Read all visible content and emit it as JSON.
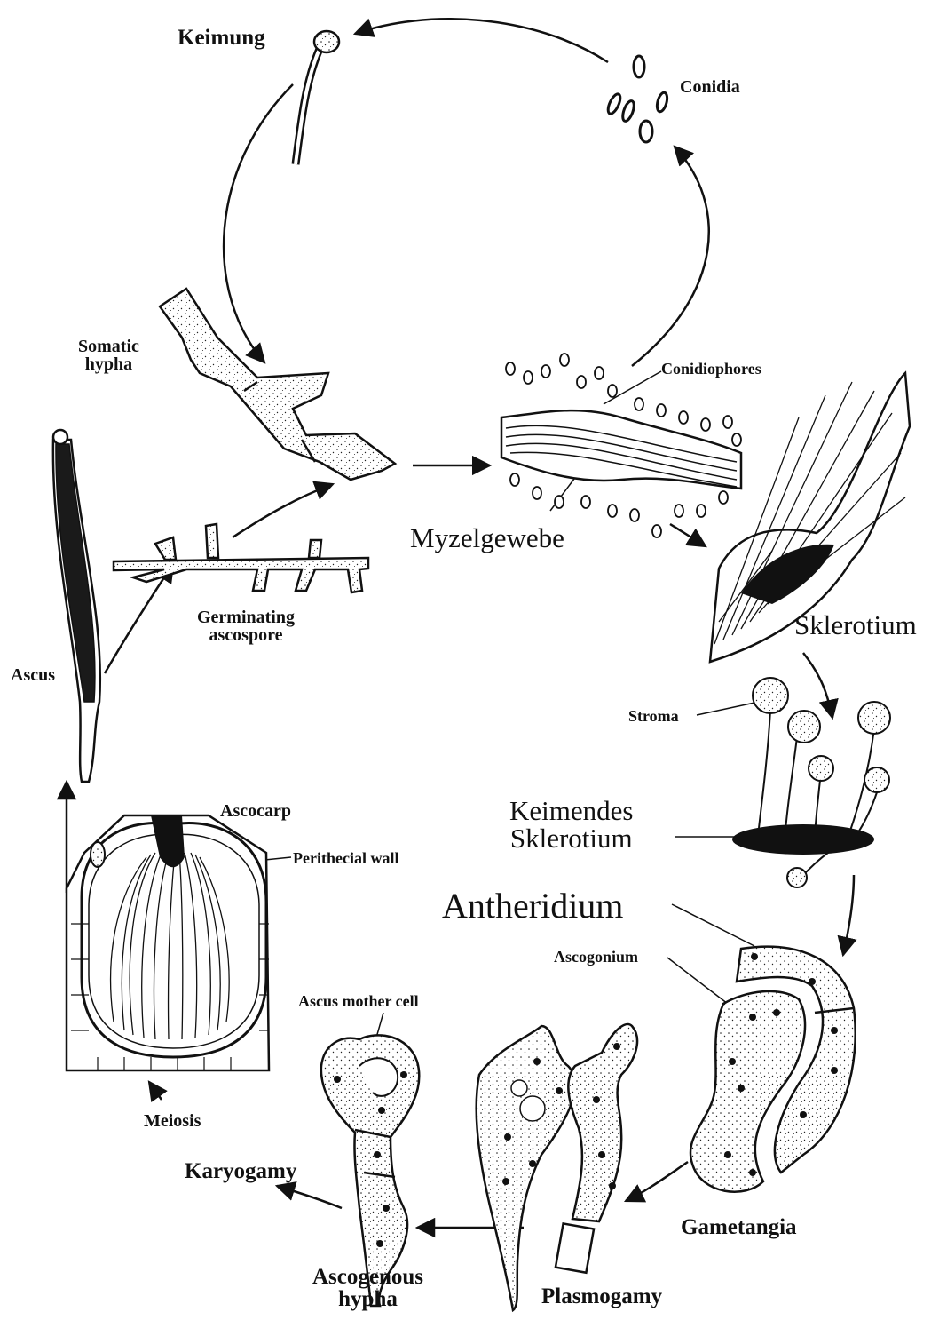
{
  "labels": {
    "keimung": "Keimung",
    "conidia": "Conidia",
    "somatic_hypha": "Somatic\nhypha",
    "conidiophores": "Conidiophores",
    "myzelgewebe": "Myzelgewebe",
    "germinating_ascospore": "Germinating\nascospore",
    "ascus": "Ascus",
    "sklerotium": "Sklerotium",
    "stroma": "Stroma",
    "keimendes_sklerotium": "Keimendes\nSklerotium",
    "ascocarp": "Ascocarp",
    "perithecial_wall": "Perithecial wall",
    "antheridium": "Antheridium",
    "ascogonium": "Ascogonium",
    "ascus_mother_cell": "Ascus mother cell",
    "meiosis": "Meiosis",
    "karyogamy": "Karyogamy",
    "gametangia": "Gametangia",
    "ascogenous_hypha": "Ascogenous\nhypha",
    "plasmogamy": "Plasmogamy"
  },
  "colors": {
    "ink": "#111111",
    "paper": "#ffffff",
    "cell_fill": "#ffffff"
  }
}
